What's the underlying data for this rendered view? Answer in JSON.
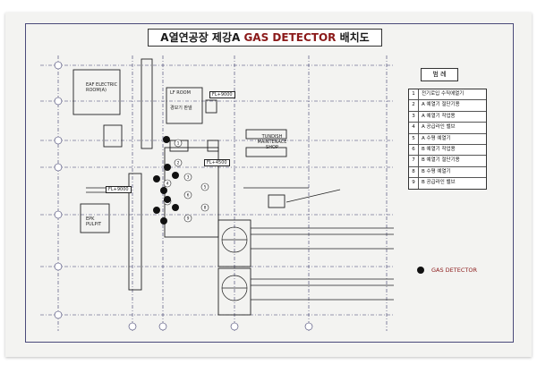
{
  "title": {
    "prefix": "A열연공장 제강A ",
    "highlight": "GAS DETECTOR",
    "suffix": " 배치도"
  },
  "legend": {
    "heading": "범  례",
    "items": [
      {
        "num": "1",
        "text": "전기로입 수직에열기"
      },
      {
        "num": "2",
        "text": "A 예열기 절단기용"
      },
      {
        "num": "3",
        "text": "A 예열기 작업용"
      },
      {
        "num": "4",
        "text": "A 공급라인 밸브"
      },
      {
        "num": "5",
        "text": "A 수평 예열기"
      },
      {
        "num": "6",
        "text": "B 예열기 작업용"
      },
      {
        "num": "7",
        "text": "B 예열기 절단기용"
      },
      {
        "num": "8",
        "text": "B 수평 예열기"
      },
      {
        "num": "9",
        "text": "B 공급라인 밸브"
      }
    ]
  },
  "marker_legend": {
    "label": "GAS DETECTOR"
  },
  "area_labels": {
    "eaf": "EAF ELECTRIC ROOM(A)",
    "lf": "LF ROOM",
    "control": "경보기 판넬",
    "fl_upper": "FL+9000",
    "fl_mid": "FL+4500",
    "fl_left": "FL+9000",
    "tundish": "TUNDISH MAINTENACE SHOP",
    "epk": "EPK PULPIT"
  },
  "detector_labels": [
    "1",
    "2",
    "3",
    "4",
    "5",
    "6",
    "7",
    "8",
    "9"
  ],
  "colors": {
    "title_accent": "#8b1a1a",
    "marker": "#111111",
    "line": "#2a2a5a"
  }
}
